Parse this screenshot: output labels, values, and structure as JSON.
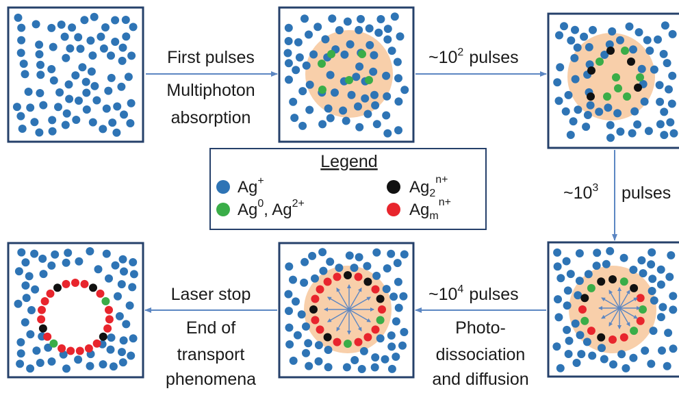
{
  "colors": {
    "ag_plus": "#2e74b5",
    "ag_zero": "#3aad48",
    "ag2": "#111111",
    "agm": "#e8252d",
    "zone": "#f8cfaa",
    "frame": "#25406a",
    "arrow": "#5b86c2"
  },
  "captions": {
    "first_pulses": "First pulses",
    "multiphoton": "Multiphoton",
    "absorption": "absorption",
    "pulses_1e2": "~10",
    "exp_1e2": "2",
    "pulses_word": "pulses",
    "pulses_1e3": "~10",
    "exp_1e3": "3",
    "pulses_1e4": "~10",
    "exp_1e4": "4",
    "photo": "Photo-",
    "dissociation": "dissociation",
    "and_diffusion": "and diffusion",
    "laser_stop": "Laser stop",
    "end_of": "End of",
    "transport": "transport",
    "phenomena": "phenomena"
  },
  "legend": {
    "title": "Legend",
    "ag_plus": {
      "base": "Ag",
      "sup": "+"
    },
    "ag_zero": {
      "base": "Ag",
      "sup": "0",
      "sep": ", ",
      "base2": "Ag",
      "sup2": "2+"
    },
    "ag2": {
      "base": "Ag",
      "sub": "2",
      "sup": "n+"
    },
    "agm": {
      "base": "Ag",
      "sub": "m",
      "sup": "n+"
    }
  }
}
